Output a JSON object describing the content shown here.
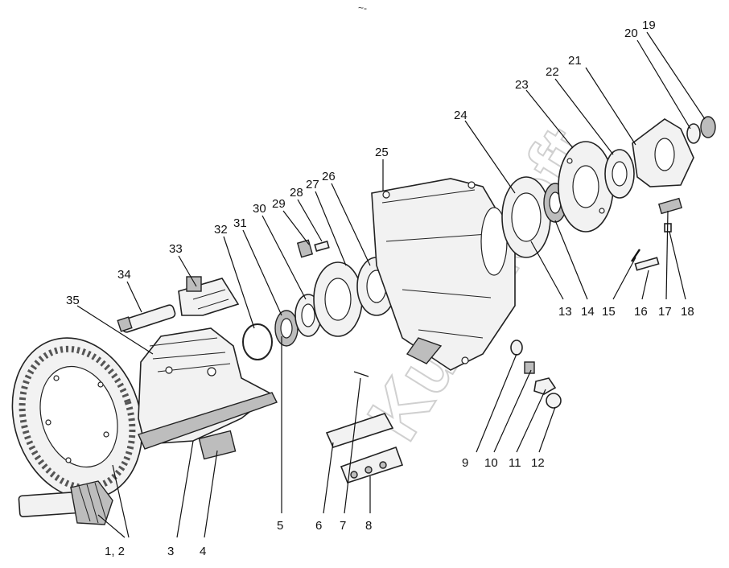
{
  "corner_mark": "~-",
  "watermark": "Kurcusoft",
  "callouts": [
    {
      "id": "c1",
      "text": "1, 2"
    },
    {
      "id": "c3",
      "text": "3"
    },
    {
      "id": "c4",
      "text": "4"
    },
    {
      "id": "c5",
      "text": "5"
    },
    {
      "id": "c6",
      "text": "6"
    },
    {
      "id": "c7",
      "text": "7"
    },
    {
      "id": "c8",
      "text": "8"
    },
    {
      "id": "c9",
      "text": "9"
    },
    {
      "id": "c10",
      "text": "10"
    },
    {
      "id": "c11",
      "text": "11"
    },
    {
      "id": "c12",
      "text": "12"
    },
    {
      "id": "c13",
      "text": "13"
    },
    {
      "id": "c14",
      "text": "14"
    },
    {
      "id": "c15",
      "text": "15"
    },
    {
      "id": "c16",
      "text": "16"
    },
    {
      "id": "c17",
      "text": "17"
    },
    {
      "id": "c18",
      "text": "18"
    },
    {
      "id": "c19",
      "text": "19"
    },
    {
      "id": "c20",
      "text": "20"
    },
    {
      "id": "c21",
      "text": "21"
    },
    {
      "id": "c22",
      "text": "22"
    },
    {
      "id": "c23",
      "text": "23"
    },
    {
      "id": "c24",
      "text": "24"
    },
    {
      "id": "c25",
      "text": "25"
    },
    {
      "id": "c26",
      "text": "26"
    },
    {
      "id": "c27",
      "text": "27"
    },
    {
      "id": "c28",
      "text": "28"
    },
    {
      "id": "c29",
      "text": "29"
    },
    {
      "id": "c30",
      "text": "30"
    },
    {
      "id": "c31",
      "text": "31"
    },
    {
      "id": "c32",
      "text": "32"
    },
    {
      "id": "c33",
      "text": "33"
    },
    {
      "id": "c34",
      "text": "34"
    },
    {
      "id": "c35",
      "text": "35"
    }
  ]
}
